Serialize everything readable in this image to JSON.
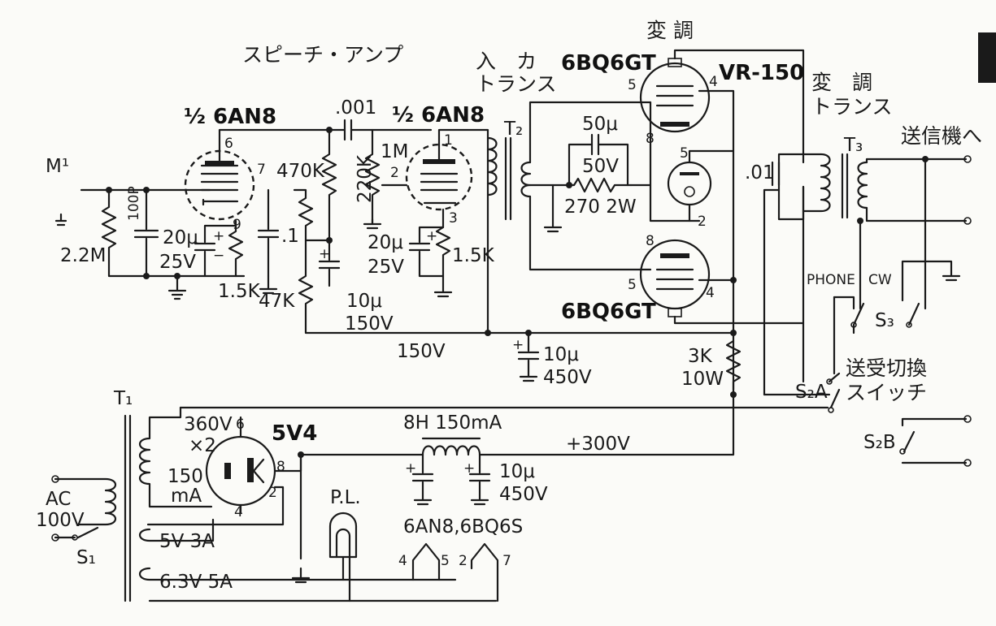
{
  "section": {
    "speech_amp": "スピーチ・アンプ",
    "input_trans": [
      "入　カ",
      "トランス"
    ],
    "mod_top": "変 調",
    "mod_trans": [
      "変　調",
      "トランス"
    ],
    "to_tx": "送信機へ",
    "txrx_switch": [
      "送受切換",
      "スイッチ"
    ]
  },
  "tubes": {
    "v1": "½ 6AN8",
    "v2": "½ 6AN8",
    "v3": "6BQ6GT",
    "v4": "6BQ6GT",
    "vr": "VR-150",
    "rect": "5V4"
  },
  "components": {
    "mic": "M¹",
    "r_22m": "2.2M",
    "c_100p": "100P",
    "c_20u_a": "20μ",
    "v_25_a": "25V",
    "r_15k_a": "1.5K",
    "c_001": ".001",
    "r_470k": "470K",
    "r_220k": "220K",
    "r_1m": "1M",
    "c_01_a": ".1",
    "r_47k": "47K",
    "c_10u_a": "10μ",
    "v_150_a": "150V",
    "c_20u_b": "20μ",
    "v_25_b": "25V",
    "r_15k_b": "1.5K",
    "t2": "T₂",
    "c_50u": "50μ",
    "v_50": "50V",
    "r_270": "270 2W",
    "rail_150": "150V",
    "c_10u_b": "10μ",
    "v_450_b": "450V",
    "r_3k": "3K",
    "p_10w": "10W",
    "c_01_b": ".01",
    "t3": "T₃",
    "phone": "PHONE",
    "cw": "CW",
    "s3": "S₃",
    "s2a": "S₂A",
    "s2b": "S₂B",
    "t1": "T₁",
    "hv": [
      "360V",
      "×2",
      "150",
      "mA"
    ],
    "choke": "8H 150mA",
    "rail_300": "+300V",
    "c_10u_c": "10μ",
    "v_450_c": "450V",
    "ac": [
      "AC",
      "100V"
    ],
    "s1": "S₁",
    "fil_5v": "5V 3A",
    "fil_63v": "6.3V 5A",
    "pl": "P.L.",
    "heaters": "6AN8,6BQ6S",
    "pins": [
      "6",
      "7",
      "9",
      "1",
      "2",
      "3",
      "5",
      "4",
      "8",
      "5",
      "2",
      "8",
      "5",
      "4",
      "6",
      "8",
      "2",
      "4",
      "4",
      "5",
      "2",
      "7"
    ]
  }
}
